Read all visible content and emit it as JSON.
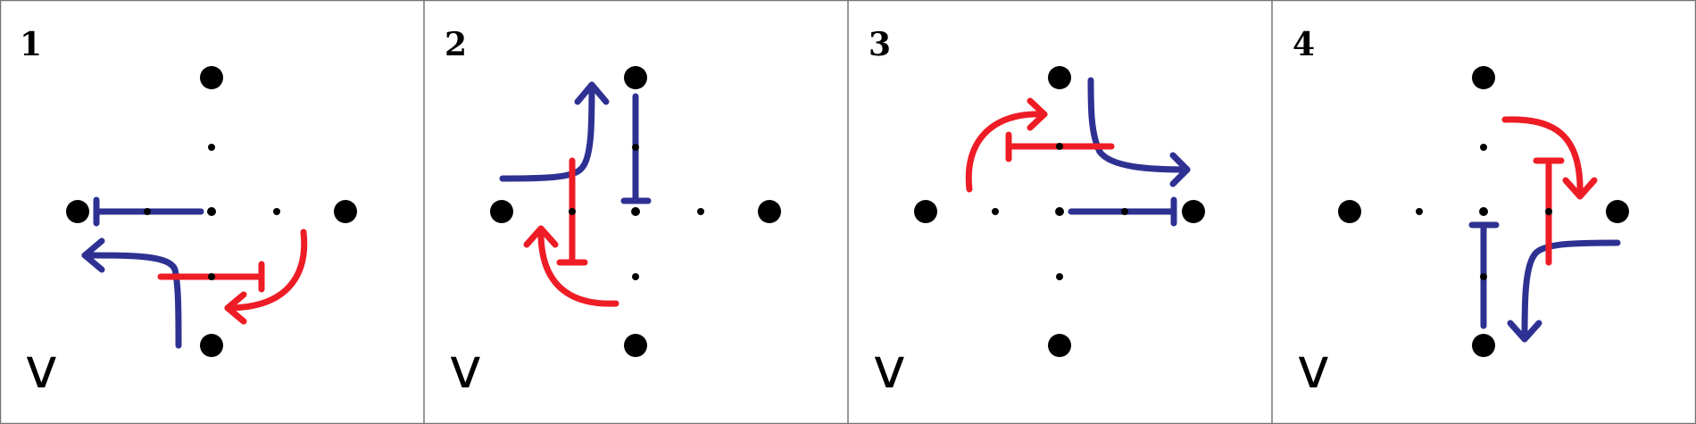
{
  "colors": {
    "red": "#ee1c25",
    "blue": "#2e3192",
    "dot": "#000000",
    "border": "#777777"
  },
  "panels": [
    {
      "number": "1",
      "corner_label": "v"
    },
    {
      "number": "2",
      "corner_label": "v"
    },
    {
      "number": "3",
      "corner_label": "v"
    },
    {
      "number": "4",
      "corner_label": "v"
    }
  ]
}
